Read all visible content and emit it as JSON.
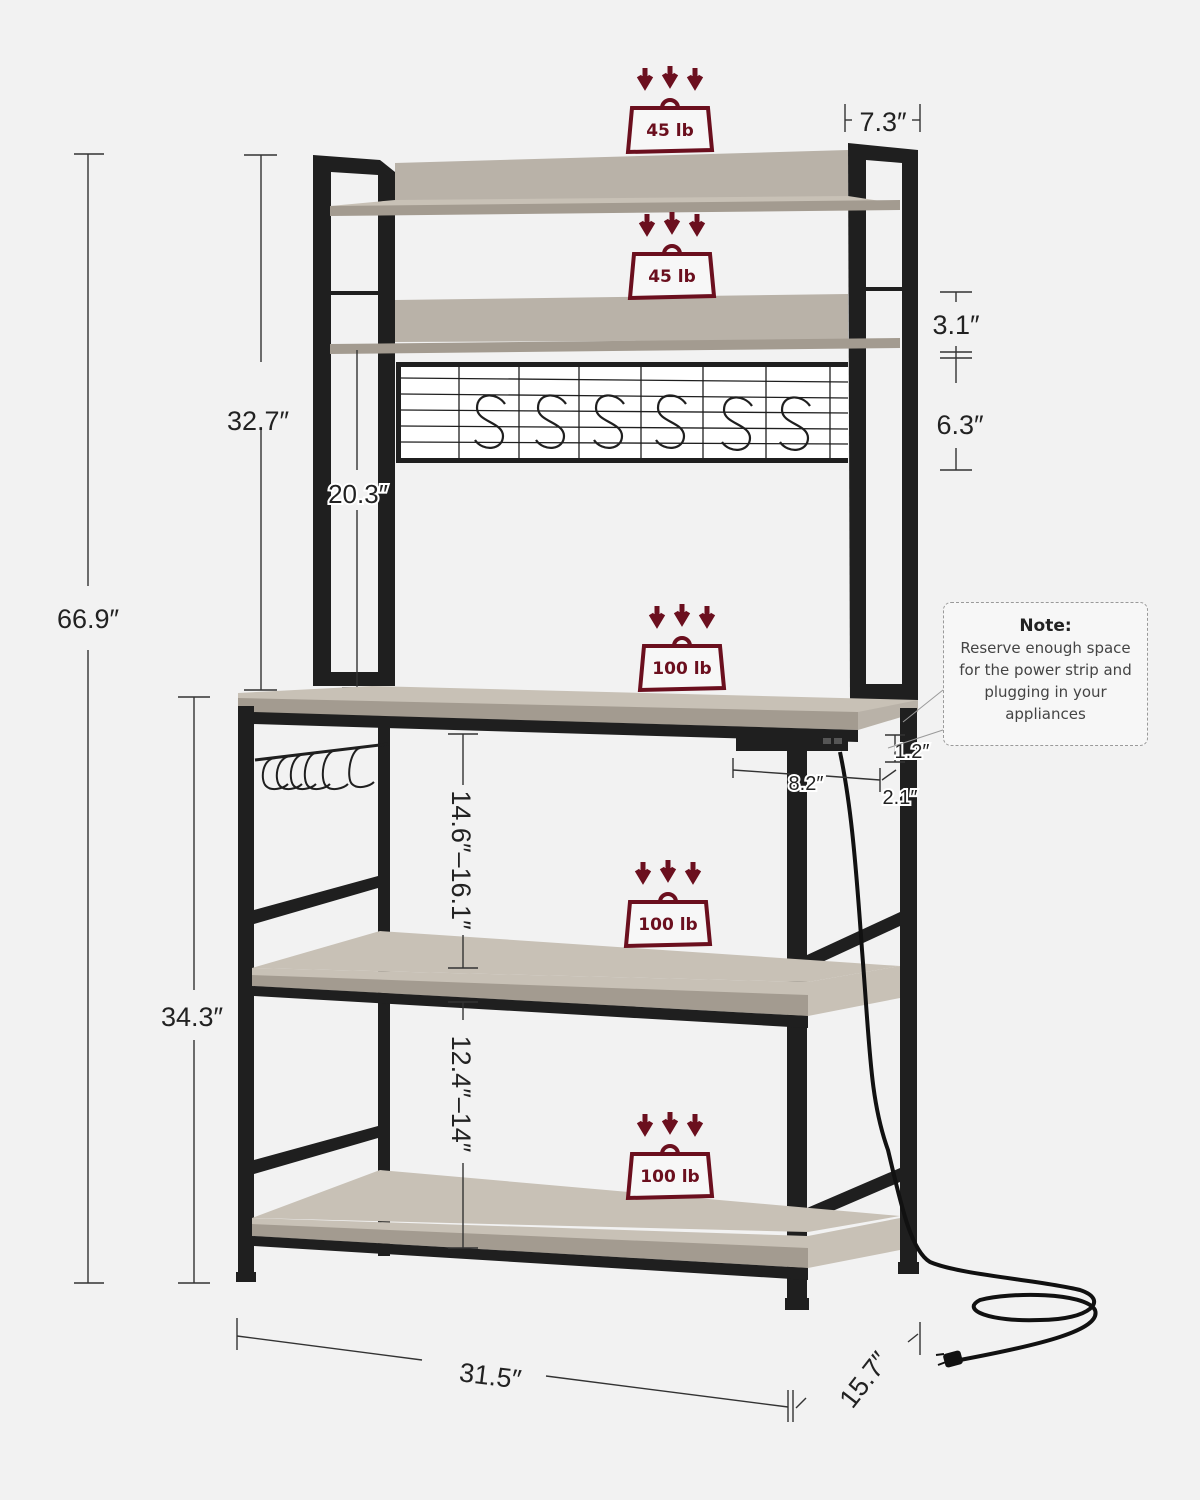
{
  "product": "Bakers rack with hutch, S-hooks and power strip",
  "colors": {
    "background": "#f2f2f2",
    "weight_badge": "#6b0f1e",
    "frame": "#1f1f1f",
    "wood": "#b9b2a8",
    "dimension_text": "#222222"
  },
  "dimensions": {
    "total_height": "66.9″",
    "hutch_height": "32.7″",
    "hutch_inner_height": "20.3″",
    "base_height": "34.3″",
    "width": "31.5″",
    "depth": "15.7″",
    "top_shelf_depth": "7.3″",
    "shelf_gap": "3.1″",
    "grid_height": "6.3″",
    "gap_upper": "14.6″–16.1″",
    "gap_lower": "12.4″–14″",
    "strip_length": "8.2″",
    "strip_height": "1.2″",
    "strip_depth": "2.1″"
  },
  "weight_badges": [
    {
      "shelf": "top-shelf",
      "label": "45 lb"
    },
    {
      "shelf": "second-shelf",
      "label": "45 lb"
    },
    {
      "shelf": "worktop",
      "label": "100 lb"
    },
    {
      "shelf": "middle-shelf",
      "label": "100 lb"
    },
    {
      "shelf": "bottom-shelf",
      "label": "100 lb"
    }
  ],
  "note": {
    "title": "Note:",
    "body": "Reserve enough space for the power strip and plugging in your appliances"
  },
  "accessories": {
    "grid_s_hooks": 6,
    "side_rail_hooks": 6
  }
}
